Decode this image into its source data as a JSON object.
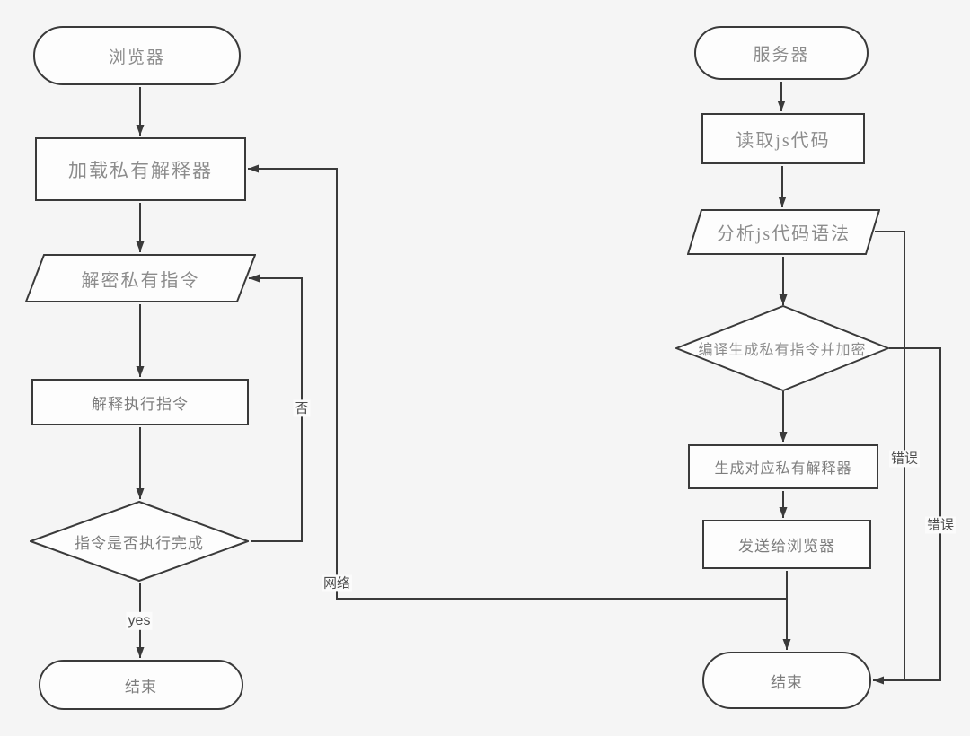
{
  "colors": {
    "background": "#f5f5f5",
    "shape_fill": "#fdfdfd",
    "line_stroke": "#3a3a3a",
    "node_text": "#8c8c8c",
    "edge_label_text": "#4d4d4d"
  },
  "nodes": {
    "browser": {
      "label": "浏览器",
      "shape": "stadium"
    },
    "load_interpreter": {
      "label": "加载私有解释器",
      "shape": "rectangle"
    },
    "decrypt_instructions": {
      "label": "解密私有指令",
      "shape": "parallelogram"
    },
    "execute_instructions": {
      "label": "解释执行指令",
      "shape": "rectangle"
    },
    "execution_complete": {
      "label": "指令是否执行完成",
      "shape": "diamond"
    },
    "end_left": {
      "label": "结束",
      "shape": "stadium"
    },
    "server": {
      "label": "服务器",
      "shape": "stadium"
    },
    "read_js": {
      "label": "读取js代码",
      "shape": "rectangle"
    },
    "analyze_js": {
      "label": "分析js代码语法",
      "shape": "parallelogram"
    },
    "compile_encrypt": {
      "label": "编译生成私有指令并加密",
      "shape": "diamond"
    },
    "generate_interpreter": {
      "label": "生成对应私有解释器",
      "shape": "rectangle"
    },
    "send_to_browser": {
      "label": "发送给浏览器",
      "shape": "rectangle"
    },
    "end_right": {
      "label": "结束",
      "shape": "stadium"
    }
  },
  "edge_labels": {
    "yes": "yes",
    "no": "否",
    "network": "网络",
    "error_analyze": "错误",
    "error_compile": "错误"
  }
}
